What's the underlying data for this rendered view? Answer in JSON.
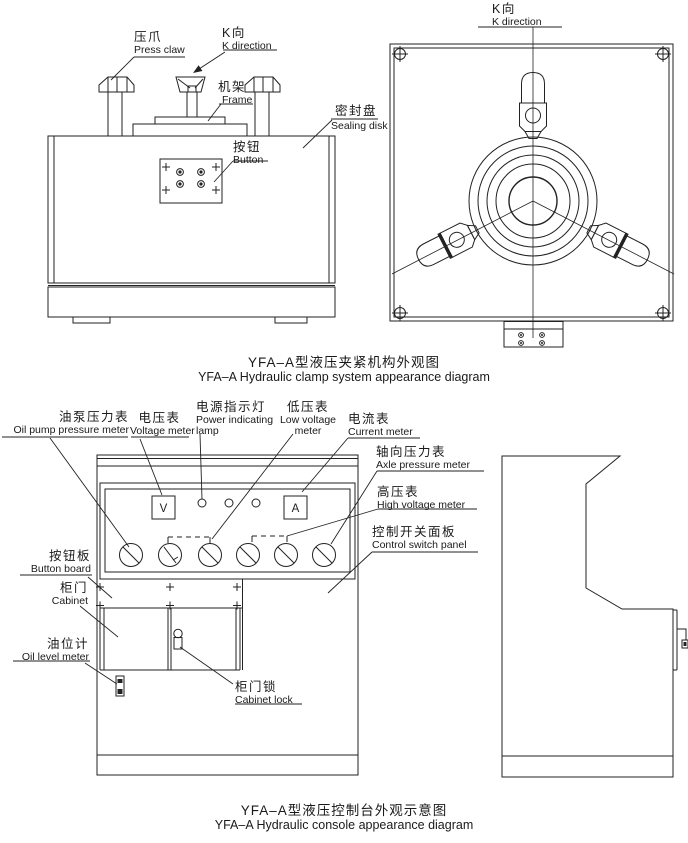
{
  "page": {
    "background": "#ffffff",
    "line_color": "#222222"
  },
  "clamp_diagram": {
    "caption_zh": "YFA–A型液压夹紧机构外观图",
    "caption_en": "YFA–A Hydraulic clamp system appearance diagram",
    "labels": {
      "press_claw": {
        "zh": "压爪",
        "en": "Press claw"
      },
      "k_direction": {
        "zh": "K向",
        "en": "K direction"
      },
      "frame": {
        "zh": "机架",
        "en": "Frame"
      },
      "sealing_disk": {
        "zh": "密封盘",
        "en": "Sealing disk"
      },
      "button": {
        "zh": "按钮",
        "en": "Button"
      },
      "k_view": {
        "zh": "K向",
        "en": "K direction"
      }
    }
  },
  "console_diagram": {
    "caption_zh": "YFA–A型液压控制台外观示意图",
    "caption_en": "YFA–A Hydraulic console appearance diagram",
    "meters": {
      "voltmeter_glyph": "V",
      "ammeter_glyph": "A"
    },
    "labels": {
      "oil_pump_pressure_meter": {
        "zh": "油泵压力表",
        "en": "Oil pump pressure meter"
      },
      "voltage_meter": {
        "zh": "电压表",
        "en": "Voltage meter"
      },
      "power_indicating_lamp": {
        "zh": "电源指示灯",
        "en": "Power indicating lamp"
      },
      "low_voltage_meter": {
        "zh": "低压表",
        "en": "Low voltage meter"
      },
      "current_meter": {
        "zh": "电流表",
        "en": "Current meter"
      },
      "axle_pressure_meter": {
        "zh": "轴向压力表",
        "en": "Axle pressure meter"
      },
      "high_voltage_meter": {
        "zh": "高压表",
        "en": "High voltage meter"
      },
      "control_switch_panel": {
        "zh": "控制开关面板",
        "en": "Control switch panel"
      },
      "button_board": {
        "zh": "按钮板",
        "en": "Button board"
      },
      "cabinet": {
        "zh": "柜门",
        "en": "Cabinet"
      },
      "oil_level_meter": {
        "zh": "油位计",
        "en": "Oil level meter"
      },
      "cabinet_lock": {
        "zh": "柜门锁",
        "en": "Cabinet lock"
      }
    }
  }
}
